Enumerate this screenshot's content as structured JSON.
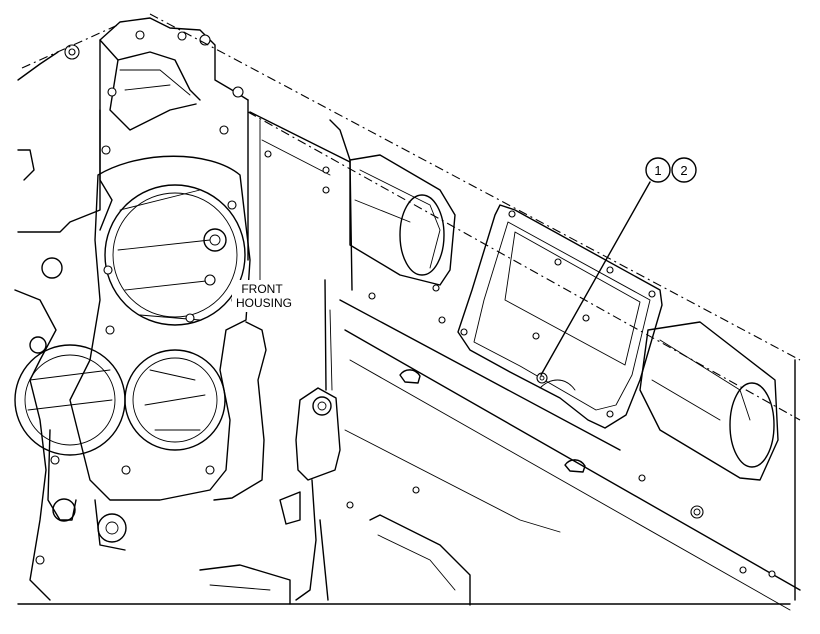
{
  "labels": {
    "front_housing_line1": "FRONT",
    "front_housing_line2": "HOUSING"
  },
  "callouts": [
    {
      "id": "1"
    },
    {
      "id": "2"
    }
  ]
}
